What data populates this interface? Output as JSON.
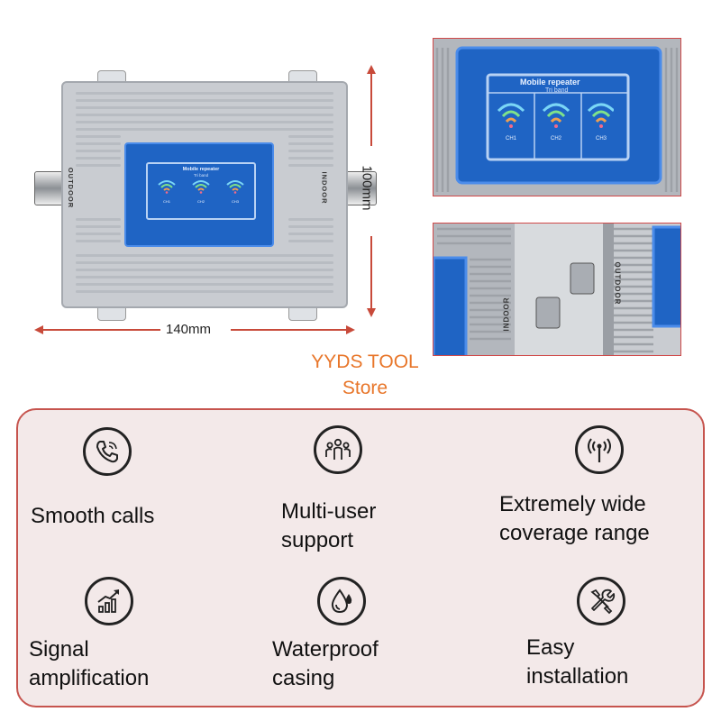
{
  "device": {
    "screen_title": "Mobile repeater",
    "screen_subtitle": "Tri band",
    "channels": [
      "CH1",
      "CH2",
      "CH3"
    ],
    "port_outdoor": "OUTDOOR",
    "port_indoor": "INDOOR"
  },
  "dimensions": {
    "width_label": "140mm",
    "height_label": "100mm",
    "arrow_color": "#c84a3a"
  },
  "store": {
    "line1": "YYDS TOOL",
    "line2": "Store",
    "color": "#e8762a"
  },
  "features": [
    {
      "icon": "phone-call-icon",
      "label": "Smooth calls"
    },
    {
      "icon": "multi-user-icon",
      "label": "Multi-user support"
    },
    {
      "icon": "antenna-signal-icon",
      "label": "Extremely wide coverage range"
    },
    {
      "icon": "signal-growth-icon",
      "label": "Signal amplification"
    },
    {
      "icon": "water-drop-icon",
      "label": "Waterproof casing"
    },
    {
      "icon": "tools-icon",
      "label": "Easy installation"
    }
  ],
  "panel_border_color": "#c6544e"
}
